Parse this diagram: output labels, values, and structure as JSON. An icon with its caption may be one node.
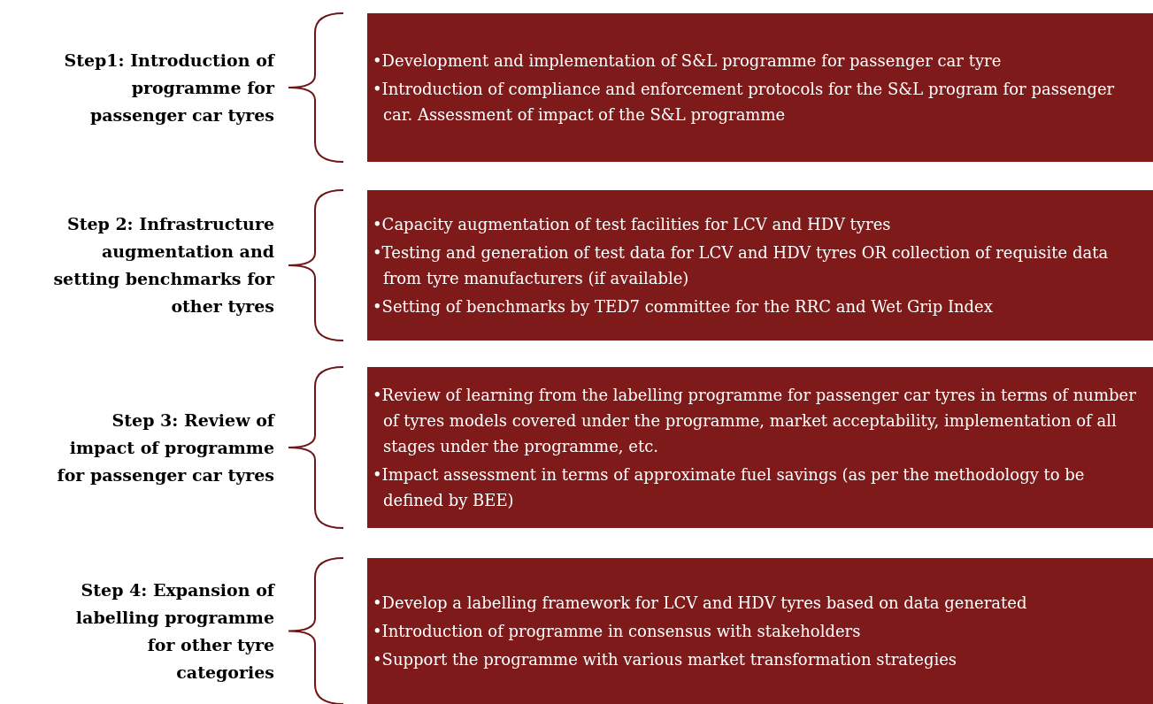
{
  "diagram": {
    "nodes": [
      {
        "text": [
          "Step1: Introduction of programme for passenger car tyres"
        ]
      },
      {
        "text": [
          "•Development and implementation of S&L programme for passenger car tyre",
          "•Introduction of compliance and enforcement protocols for the S&L program for passenger car. Assessment of impact of the S&L programme"
        ]
      },
      {
        "text": [
          "Step 2: Infrastructure augmentation and setting benchmarks for other tyres"
        ]
      },
      {
        "text": [
          "•Capacity augmentation of test facilities for LCV and HDV tyres",
          "•Testing and generation of test data for LCV and HDV tyres OR collection of requisite data from tyre manufacturers (if available)",
          "•Setting of benchmarks by TED7 committee for the RRC and Wet Grip Index"
        ]
      },
      {
        "text": [
          "Step 3: Review of impact of programme for passenger car tyres"
        ]
      },
      {
        "text": [
          "•Review of learning from the labelling programme for passenger car tyres in terms of number of tyres models covered under the programme, market acceptability, implementation of all stages under the programme, etc.",
          "•Impact assessment in terms of approximate fuel savings (as per the methodology to be defined by BEE)"
        ]
      },
      {
        "text": [
          "Step 4: Expansion of labelling programme for other tyre categories"
        ]
      },
      {
        "text": [
          "•Develop a labelling framework for LCV and HDV tyres based on data generated",
          "•Introduction of programme in consensus with stakeholders",
          "•Support the programme with various market transformation strategies"
        ]
      }
    ]
  }
}
